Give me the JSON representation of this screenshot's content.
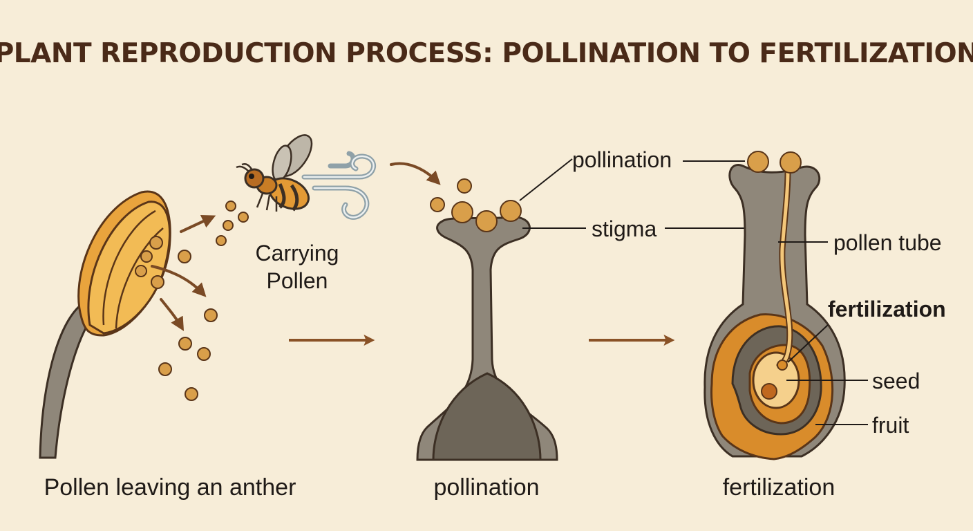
{
  "title": "PLANT REPRODUCTION PROCESS: POLLINATION TO FERTILIZATION",
  "captions": {
    "anther": "Pollen leaving an anther",
    "pollination": "pollination",
    "fertilization": "fertilization"
  },
  "bee_label": {
    "line1": "Carrying",
    "line2": "Pollen"
  },
  "labels": {
    "pollination": "pollination",
    "stigma": "stigma",
    "pollen_tube": "pollen tube",
    "fertilization": "fertilization",
    "seed": "seed",
    "fruit": "fruit"
  },
  "icons": [
    "bee-icon",
    "wind-icon",
    "pollen-grain-icon",
    "arrow-right-icon"
  ],
  "colors": {
    "background": "#f7edd8",
    "title": "#4a2a18",
    "anther": "#e9a43d",
    "pistil": "#8f877a",
    "ovary": "#d98c2b",
    "arrow": "#7a4a25"
  }
}
